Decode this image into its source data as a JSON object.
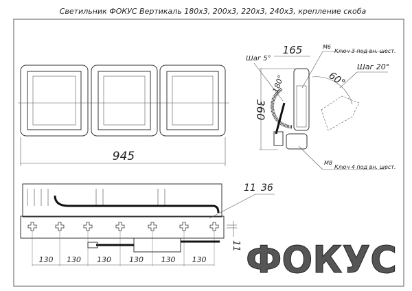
{
  "title": "Светильник ФОКУС Вертикаль 180х3, 200х3, 220х3, 240х3, крепление скоба",
  "front_view": {
    "width_dim": "945"
  },
  "side_view": {
    "height_dim": "360",
    "depth_dim": "165",
    "step_small": "Шаг 5°",
    "angle_range": "180°",
    "tilt_angle": "60°",
    "step_large": "Шаг 20°",
    "bolt_top": "M6",
    "bolt_top_note": "Ключ 3 под вн. шест.",
    "bolt_bottom": "M8",
    "bolt_bottom_note": "Ключ 4 под вн. шест."
  },
  "bottom_view": {
    "dim_a": "11",
    "dim_b": "36",
    "dim_c": "11",
    "spacings": [
      "130",
      "130",
      "130",
      "130",
      "130",
      "130"
    ]
  },
  "logo": {
    "text": "ФОКУС"
  }
}
